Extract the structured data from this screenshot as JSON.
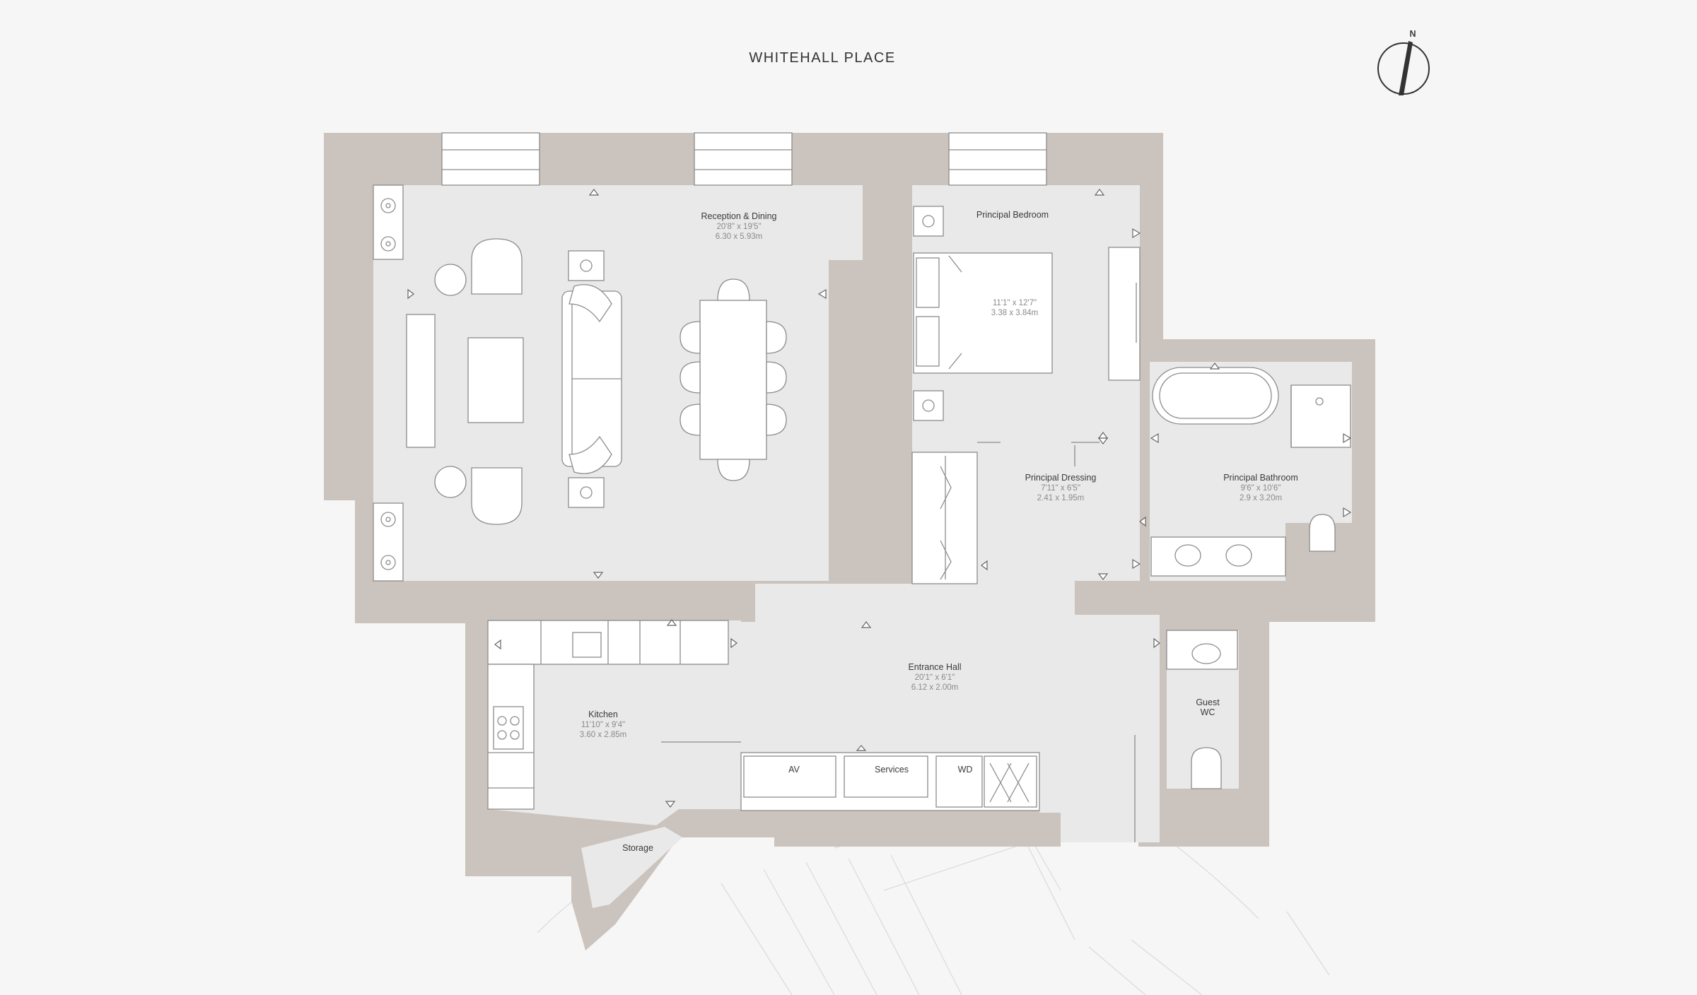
{
  "street_label": "WHITEHALL PLACE",
  "north_label": "N",
  "rooms": {
    "reception": {
      "name": "Reception & Dining",
      "imperial": "20'8\" x 19'5\"",
      "metric": "6.30 x 5.93m"
    },
    "principal_bedroom": {
      "name": "Principal Bedroom",
      "imperial": "11'1\" x 12'7\"",
      "metric": "3.38 x 3.84m"
    },
    "principal_dressing": {
      "name": "Principal Dressing",
      "imperial": "7'11\" x 6'5\"",
      "metric": "2.41 x 1.95m"
    },
    "principal_bathroom": {
      "name": "Principal Bathroom",
      "imperial": "9'6\" x 10'6\"",
      "metric": "2.9 x 3.20m"
    },
    "entrance_hall": {
      "name": "Entrance Hall",
      "imperial": "20'1\" x 6'1\"",
      "metric": "6.12 x 2.00m"
    },
    "kitchen": {
      "name": "Kitchen",
      "imperial": "11'10\" x 9'4\"",
      "metric": "3.60 x 2.85m"
    },
    "guest_wc": {
      "name_line1": "Guest",
      "name_line2": "WC"
    },
    "storage": {
      "name": "Storage"
    }
  },
  "cupboards": {
    "av": "AV",
    "services": "Services",
    "wd": "WD"
  },
  "colors": {
    "wall": "#cbc3bd",
    "floor": "#e9e9e9",
    "background": "#f6f6f6"
  }
}
